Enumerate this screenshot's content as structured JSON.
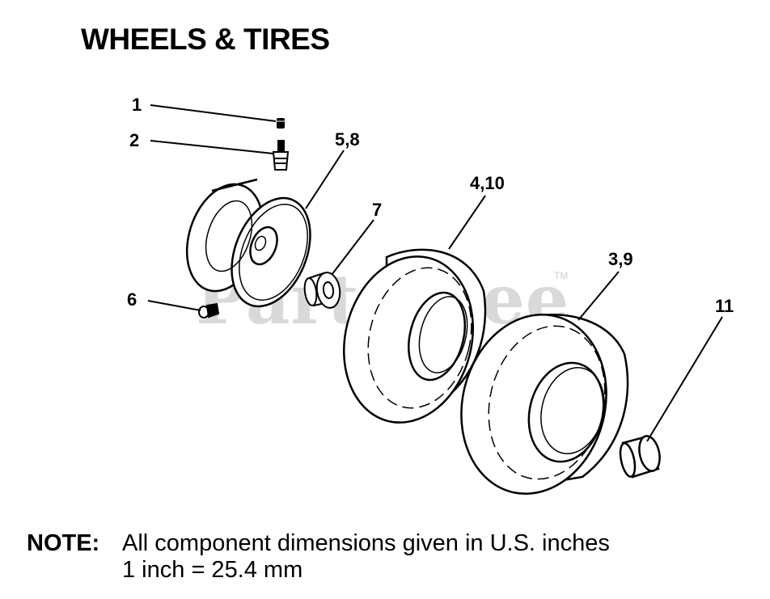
{
  "title": "WHEELS & TIRES",
  "watermark": {
    "text": "PartsTree",
    "trademark": "TM"
  },
  "callouts": {
    "c1": "1",
    "c2": "2",
    "c58": "5,8",
    "c7": "7",
    "c410": "4,10",
    "c39": "3,9",
    "c6": "6",
    "c11": "11"
  },
  "note": {
    "label": "NOTE:",
    "line1": "All component dimensions given in U.S. inches",
    "line2": "1 inch = 25.4 mm"
  }
}
